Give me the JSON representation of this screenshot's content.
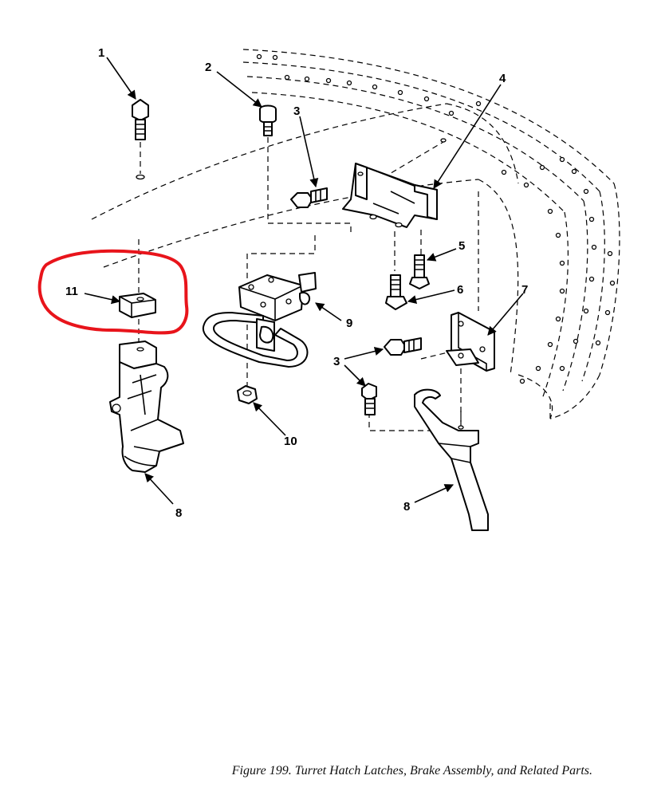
{
  "callouts": {
    "c1": "1",
    "c2": "2",
    "c3a": "3",
    "c3b": "3",
    "c4": "4",
    "c5": "5",
    "c6": "6",
    "c7": "7",
    "c8a": "8",
    "c8b": "8",
    "c9": "9",
    "c10": "10",
    "c11": "11"
  },
  "caption": "Figure 199.  Turret Hatch Latches, Brake Assembly, and Related Parts.",
  "highlight_color": "#e8141b"
}
